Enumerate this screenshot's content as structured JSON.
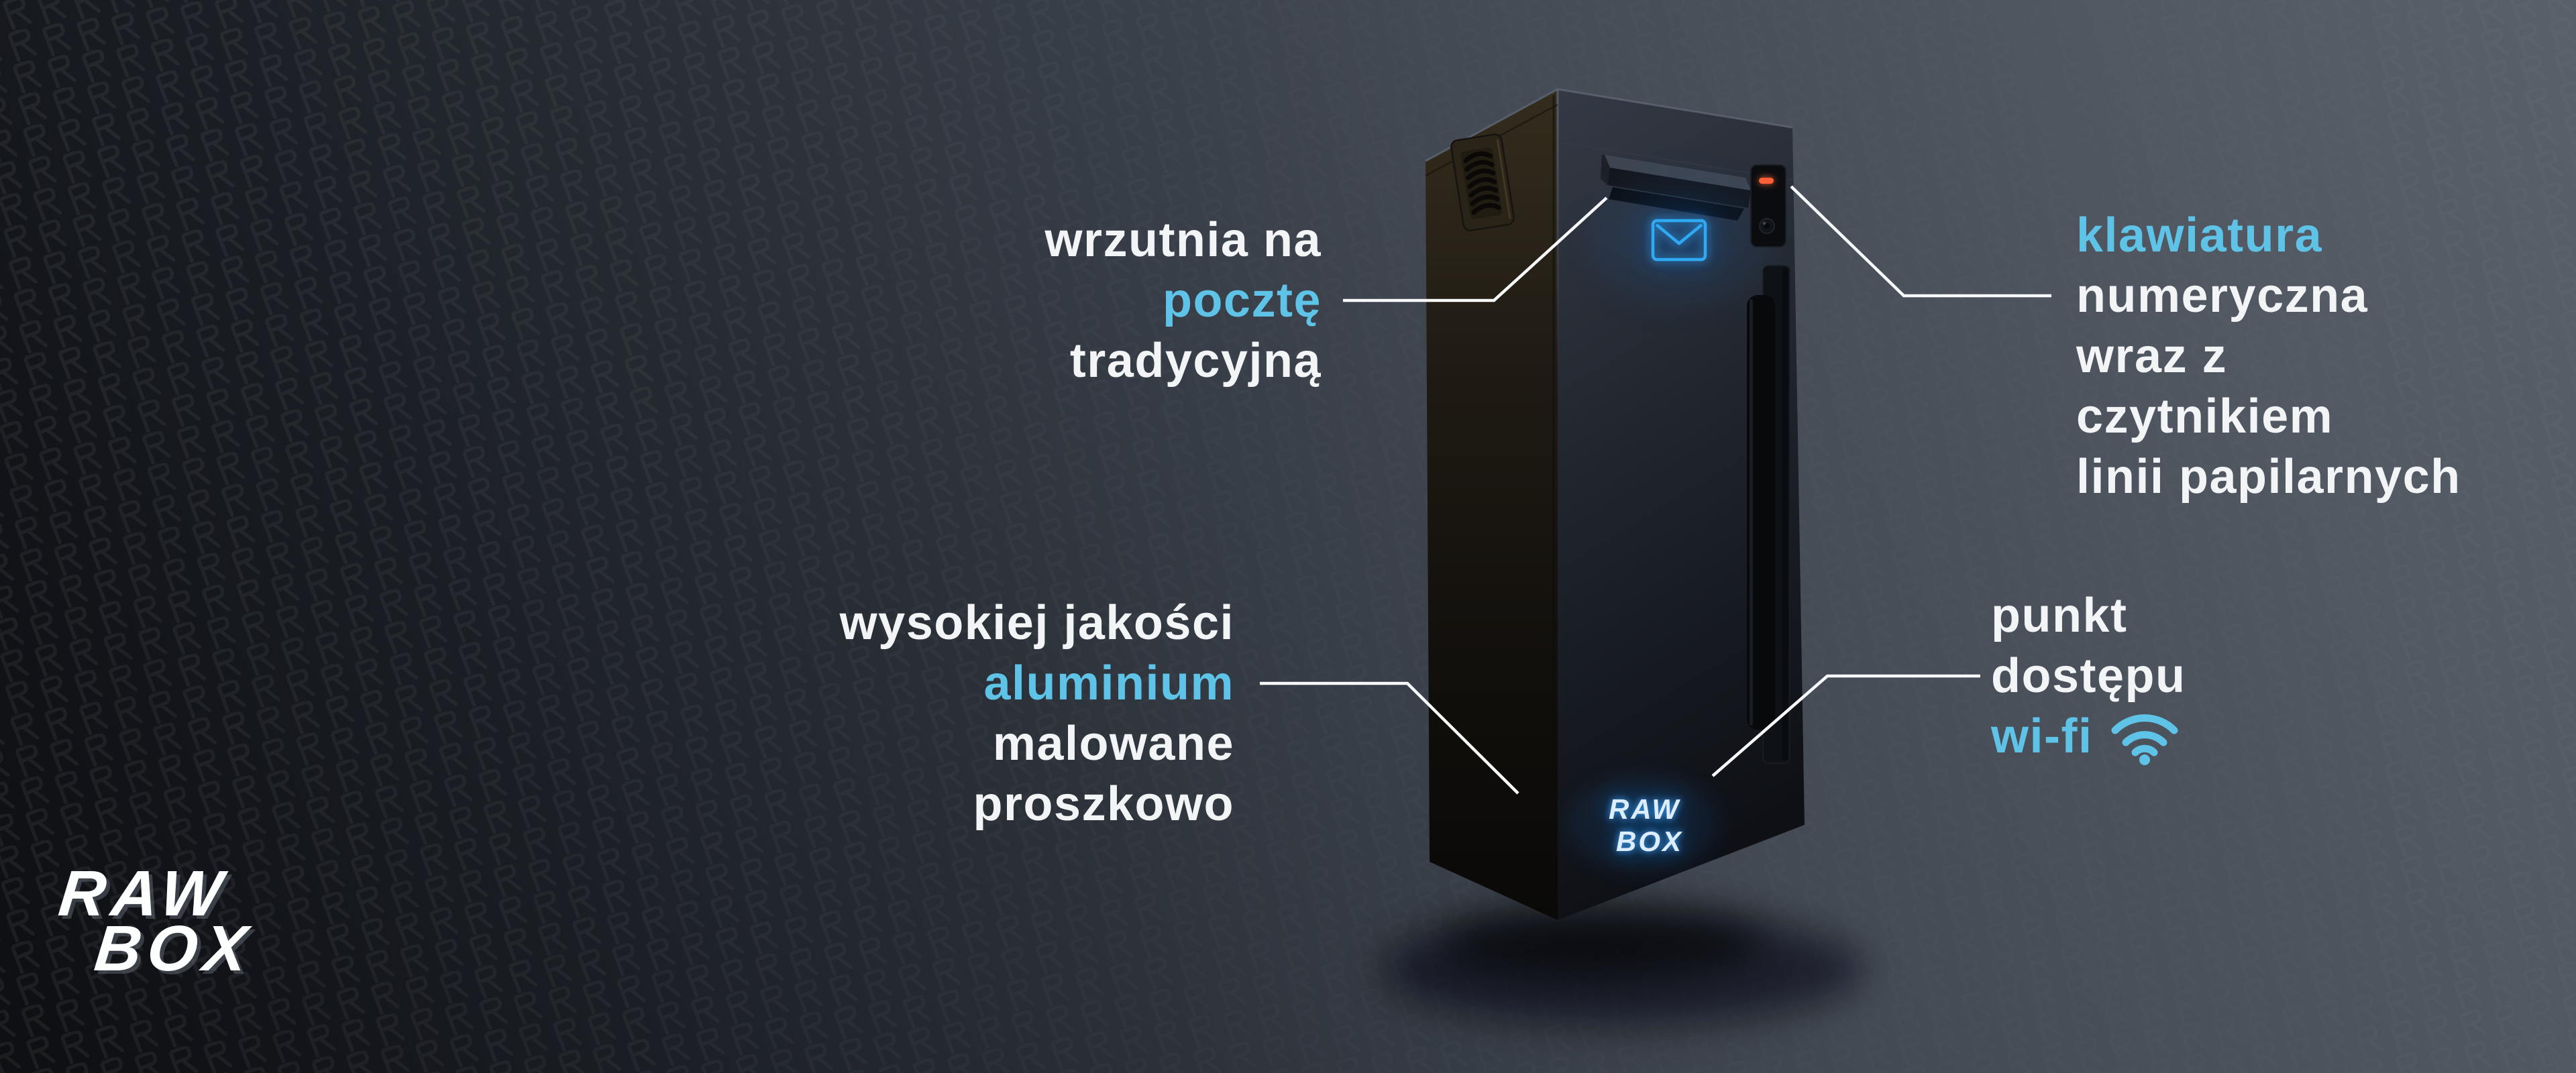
{
  "brand_logo": {
    "line1": "RAW",
    "line2": "BOX"
  },
  "box": {
    "neon_line1": "RAW",
    "neon_line2": "BOX"
  },
  "callouts": {
    "mail_slot": {
      "lines": [
        "wrzutnia na",
        "pocztę",
        "tradycyjną"
      ],
      "accent_word": "pocztę"
    },
    "keypad": {
      "lines": [
        "klawiatura",
        "numeryczna",
        "wraz z",
        "czytnikiem",
        "linii papilarnych"
      ],
      "accent_word": "klawiatura"
    },
    "aluminium": {
      "lines": [
        "wysokiej jakości",
        "aluminium",
        "malowane",
        "proszkowo"
      ],
      "accent_word": "aluminium"
    },
    "wifi": {
      "lines": [
        "punkt",
        "dostępu",
        "wi-fi"
      ],
      "accent_word": "wi-fi"
    }
  },
  "colors": {
    "accent_blue": "#5fc3e7",
    "text_white": "#f2f4f6",
    "leader_line": "#f7f9fb",
    "neon_envelope": "#2fa9f2",
    "neon_logo": "#cfe7ff",
    "keypad_led": "#ff5e35",
    "background_light": "#59606a",
    "background_dark": "#0d0f12"
  }
}
